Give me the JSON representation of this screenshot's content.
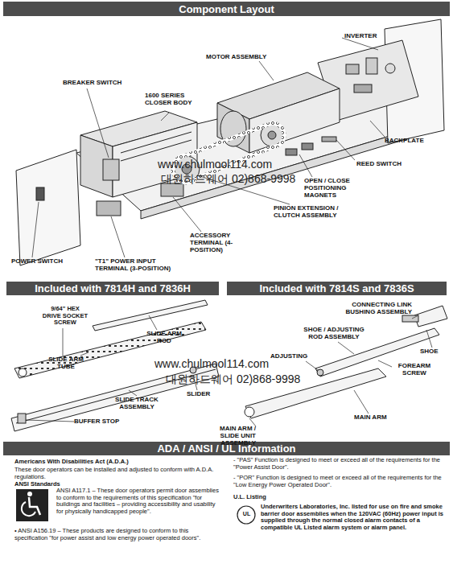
{
  "diagram": {
    "nodes": [
      {
        "text": [
          "Component Layout"
        ]
      },
      {
        "text": [
          "Included with 7814H and 7836H"
        ]
      },
      {
        "text": [
          "Included with 7814S and 7836S"
        ]
      },
      {
        "text": [
          "ADA / ANSI / UL Information"
        ]
      }
    ],
    "labels": [
      "INVERTER",
      "MOTOR ASSEMBLY",
      "BREAKER SWITCH",
      "1600 SERIES CLOSER BODY",
      "BACKPLATE",
      "REED SWITCH",
      "OPEN / CLOSE POSITIONING MAGNETS",
      "PINION EXTENSION / CLUTCH ASSEMBLY",
      "ACCESSORY TERMINAL (4-POSITION)",
      "\"T1\" POWER INPUT TERMINAL (3-POSITION)",
      "POWER SWITCH",
      "www.chulmool114.com",
      "대원하드웨어 02)868-9998",
      "9/64\" HEX DRIVE SOCKET SCREW",
      "SLIDE ARM ROD",
      "SLIDE ARM TUBE",
      "SLIDER",
      "SLIDE TRACK ASSEMBLY",
      "BUFFER STOP",
      "www.chulmool114.com",
      "대원하드웨어 02)868-9998",
      "CONNECTING LINK BUSHING ASSEMBLY",
      "SHOE / ADJUSTING ROD ASSEMBLY",
      "SHOE",
      "ADJUSTING",
      "FOREARM SCREW",
      "MAIN ARM",
      "MAIN ARM / SLIDE UNIT ASSEMBLY",
      "Americans With Disabilities Act (A.D.A.)",
      "These door operators can be installed and adjusted to conform with A.D.A. regulations.",
      "ANSI Standards",
      "ANSI A117.1 – These door operators permit door assemblies to conform to the requirements of this specification \"for buildings and facilities – providing accessibility and usability for physically handicapped people\".",
      "• ANSI A156.19 – These products are designed to conform to this specification \"for power assist and low energy power operated doors\".",
      "- \"PAS\" Function is designed to meet or exceed all of the requirements for the \"Power Assist Door\".",
      "- \"POR\" Function is designed to meet or exceed all of the requirements for the \"Low Energy Power Operated Door\".",
      "U.L. Listing",
      "Underwriters Laboratories, Inc. listed for use on fire and smoke barrier door assemblies when the 120VAC (60Hz) power input is supplied through the normal closed alarm contacts of a compatible UL Listed alarm system or alarm panel.",
      "UL"
    ]
  }
}
